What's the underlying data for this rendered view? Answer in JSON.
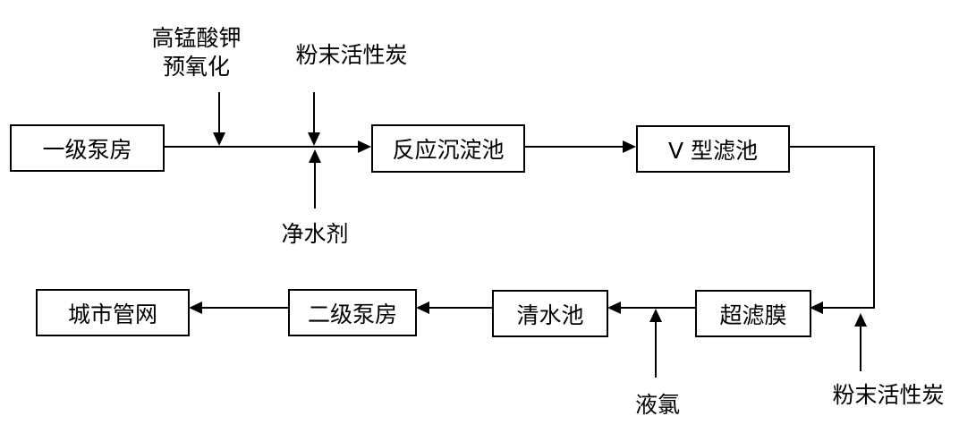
{
  "diagram": {
    "boxes": {
      "primary_pump_station": "一级泵房",
      "reaction_sedimentation_tank": "反应沉淀池",
      "v_type_filter": "V 型滤池",
      "ultrafiltration_membrane": "超滤膜",
      "clear_water_tank": "清水池",
      "secondary_pump_station": "二级泵房",
      "city_pipe_network": "城市管网"
    },
    "annotations": {
      "kmno4_preoxidation_line1": "高锰酸钾",
      "kmno4_preoxidation_line2": "预氧化",
      "powdered_activated_carbon_top": "粉末活性炭",
      "water_purifier": "净水剂",
      "liquid_chlorine": "液氯",
      "powdered_activated_carbon_bottom": "粉末活性炭"
    },
    "colors": {
      "line": "#000000",
      "text": "#000000",
      "background": "#ffffff"
    }
  }
}
